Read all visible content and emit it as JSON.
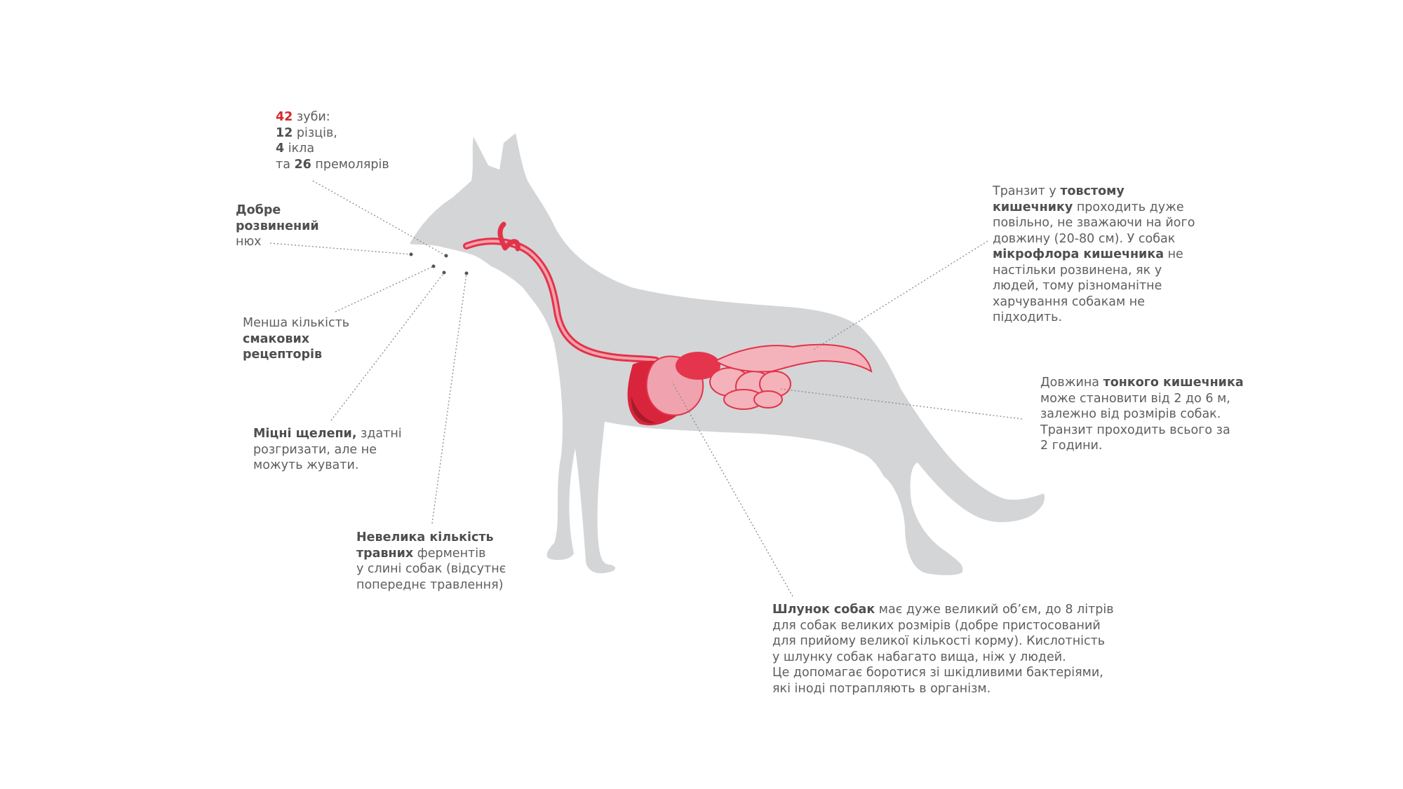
{
  "colors": {
    "dog_silhouette": "#d4d5d7",
    "organ_accent": "#e2334a",
    "organ_light": "#f19aa6",
    "highlight_number": "#d8262b",
    "text": "#5e5e5e",
    "leader_line": "#8a8a8a"
  },
  "callouts": {
    "teeth": {
      "l1_num": "42",
      "l1_text": " зуби:",
      "l2_num": "12",
      "l2_text": " різців,",
      "l3_num": "4",
      "l3_text": " ікла",
      "l4_pre": "та ",
      "l4_num": "26",
      "l4_text": " премолярів"
    },
    "smell": {
      "l1": "Добре",
      "l2": "розвинений",
      "l3": "нюх"
    },
    "taste": {
      "l1": "Менша кількість",
      "l2": "смакових",
      "l3": "рецепторів"
    },
    "jaws": {
      "l1_bold": "Міцні щелепи,",
      "l1_text": " здатні",
      "l2": "розгризати, але не",
      "l3": "можуть жувати."
    },
    "enzymes": {
      "l1": "Невелика кількість",
      "l2_bold": "травних",
      "l2_text": " ферментів",
      "l3": "у слині собак (відсутнє",
      "l4": "попереднє травлення)"
    },
    "large_intestine": {
      "l1_text": "Транзит у ",
      "l1_bold": "товстому",
      "l2_bold": "кишечнику",
      "l2_text": " проходить дуже",
      "l3": "повільно, не зважаючи на його",
      "l4": "довжину (20-80 см). У собак",
      "l5_bold": "мікрофлора кишечника",
      "l5_text": " не",
      "l6": "настільки розвинена, як у",
      "l7": "людей, тому різноманітне",
      "l8": "харчування собакам не",
      "l9": "підходить."
    },
    "small_intestine": {
      "l1_text": "Довжина ",
      "l1_bold": "тонкого кишечника",
      "l2": "може становити від 2 до 6 м,",
      "l3": "залежно від розмірів собак.",
      "l4": "Транзит проходить всього за",
      "l5": "2 години."
    },
    "stomach": {
      "l1_bold": "Шлунок собак",
      "l1_text": " має дуже великий об’єм, до 8 літрів",
      "l2": "для собак великих розмірів (добре пристосований",
      "l3": "для прийому великої кількості корму). Кислотність",
      "l4": "у шлунку собак набагато вища, ніж у людей.",
      "l5": "Це допомагає боротися зі шкідливими бактеріями,",
      "l6": "які іноді потрапляють в організм."
    }
  }
}
